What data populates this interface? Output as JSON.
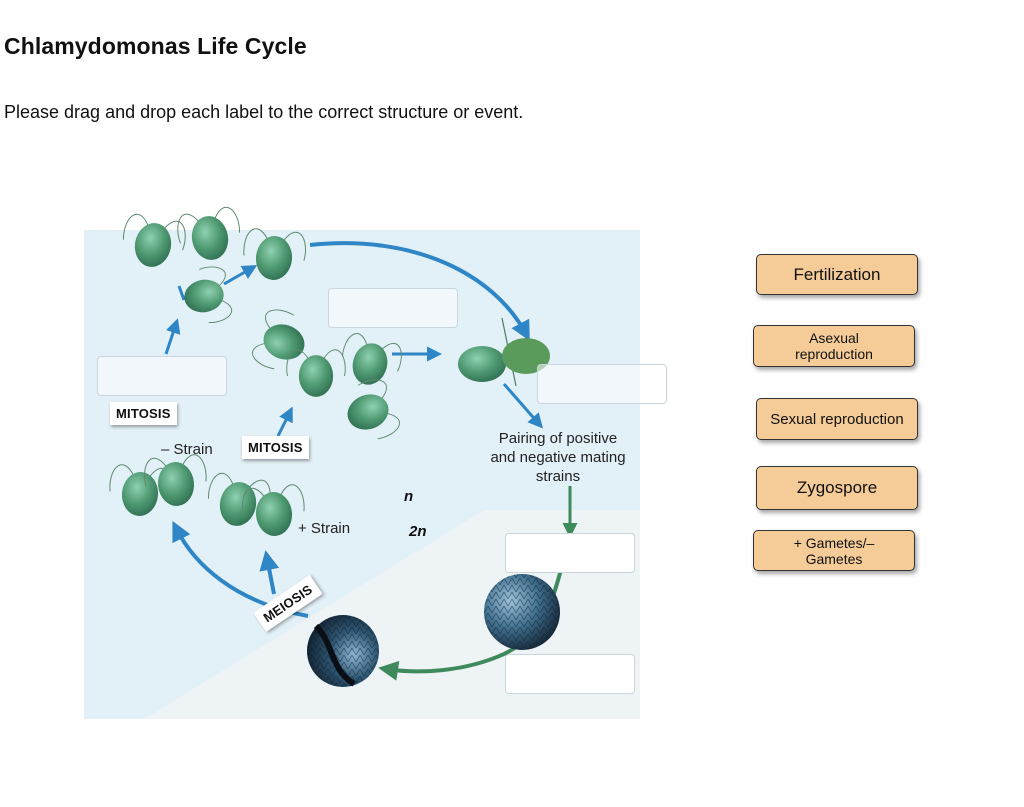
{
  "page": {
    "title": "Chlamydomonas Life Cycle",
    "instructions": "Please drag and drop each label to the correct structure or event."
  },
  "diagram": {
    "tags": {
      "mitosis_left": "MITOSIS",
      "mitosis_center": "MITOSIS",
      "meiosis": "MEIOSIS"
    },
    "labels": {
      "minus_strain": "– Strain",
      "plus_strain": "+ Strain",
      "pairing": "Pairing of positive and negative mating strains",
      "haploid": "n",
      "diploid": "2n"
    },
    "colors": {
      "haploid_bg": "#e2f0f7",
      "diploid_bg": "#eef3f5",
      "arrow_blue": "#2f86c6",
      "arrow_green": "#3f8a5c",
      "cell_green": "#4f9a72"
    }
  },
  "answer_labels": [
    {
      "text": "Fertilization"
    },
    {
      "text": "Asexual reproduction"
    },
    {
      "text": "Sexual reproduction"
    },
    {
      "text": "Zygospore"
    },
    {
      "text": "+ Gametes/– Gametes"
    }
  ]
}
